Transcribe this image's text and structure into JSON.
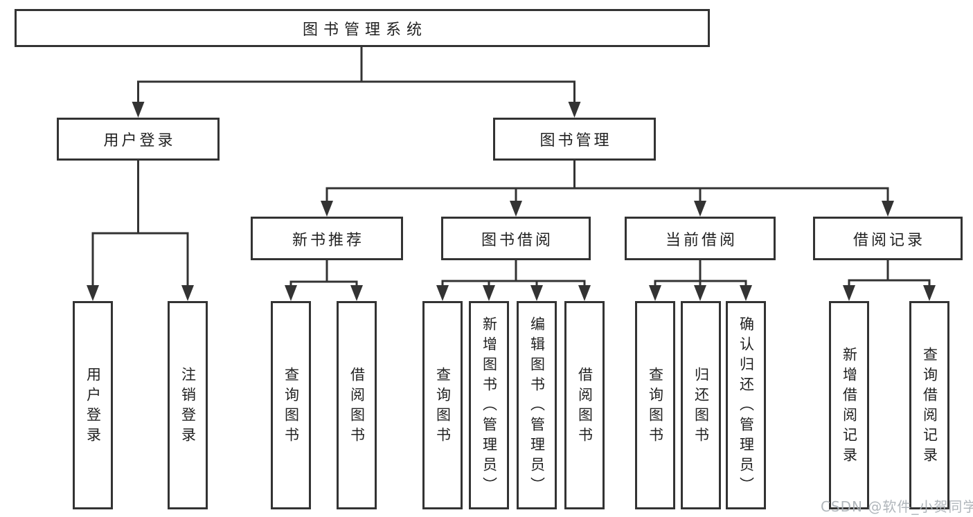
{
  "diagram": {
    "root": {
      "label": "图书管理系统"
    },
    "level2": [
      {
        "label": "用户登录"
      },
      {
        "label": "图书管理"
      }
    ],
    "level3": [
      {
        "label": "新书推荐"
      },
      {
        "label": "图书借阅"
      },
      {
        "label": "当前借阅"
      },
      {
        "label": "借阅记录"
      }
    ],
    "leaves": [
      {
        "label": "用户登录"
      },
      {
        "label": "注销登录"
      },
      {
        "label": "查询图书"
      },
      {
        "label": "借阅图书"
      },
      {
        "label": "查询图书"
      },
      {
        "label": "新增图书（管理员）"
      },
      {
        "label": "编辑图书（管理员）"
      },
      {
        "label": "借阅图书"
      },
      {
        "label": "查询图书"
      },
      {
        "label": "归还图书"
      },
      {
        "label": "确认归还（管理员）"
      },
      {
        "label": "新增借阅记录"
      },
      {
        "label": "查询借阅记录"
      }
    ]
  },
  "watermark": {
    "text": "CSDN @软件_小贺同学"
  },
  "colors": {
    "line": "#333333",
    "text": "#222222",
    "watermark": "#aab0b6",
    "background": "#ffffff"
  }
}
